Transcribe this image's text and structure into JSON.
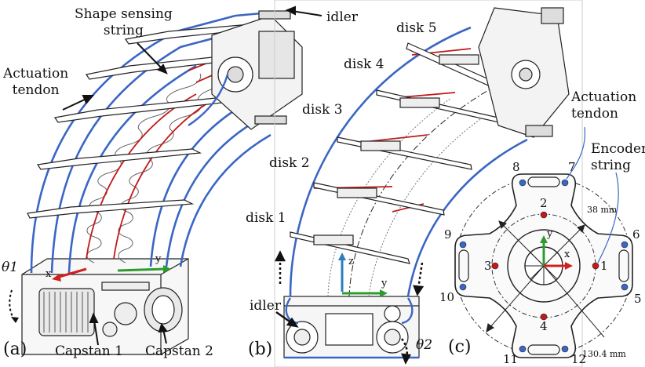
{
  "panel_a": {
    "panel_label": "(a)",
    "idler": "idler",
    "shape_sensing_string": "Shape sensing\nstring",
    "actuation_tendon": "Actuation\ntendon",
    "capstan_1": "Capstan 1",
    "capstan_2": "Capstan 2",
    "theta_1": "θ1",
    "axis_x": "x",
    "axis_y": "y"
  },
  "panel_b": {
    "panel_label": "(b)",
    "disks": [
      "disk 1",
      "disk 2",
      "disk 3",
      "disk 4",
      "disk 5"
    ],
    "idler": "idler",
    "theta_2": "θ2",
    "axis_z": "z",
    "axis_y": "y"
  },
  "panel_c": {
    "panel_label": "(c)",
    "actuation_tendon": "Actuation\ntendon",
    "encoder_string": "Encoder\nstring",
    "radius_small": "38 mm",
    "radius_large": "130.4 mm",
    "hole_numbers": [
      "1",
      "2",
      "3",
      "4",
      "5",
      "6",
      "7",
      "8",
      "9",
      "10",
      "11",
      "12"
    ],
    "axis_x": "x",
    "axis_y": "y"
  },
  "colors": {
    "tendon_blue": "#3a66c4",
    "sensing_red": "#c21a1a",
    "axis_green": "#2e9b2e",
    "axis_red": "#d12020",
    "axis_blue": "#2a7fc0",
    "line": "#222222"
  }
}
